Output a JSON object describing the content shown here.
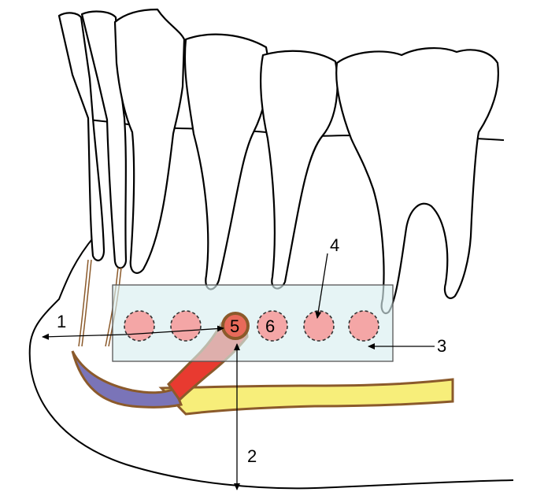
{
  "labels": {
    "l1": "1",
    "l2": "2",
    "l3": "3",
    "l4": "4",
    "l5": "5",
    "l6": "6"
  },
  "colors": {
    "implant_zone_fill": "#d8eef0",
    "implant_zone_stroke": "#555555",
    "circle_fill": "#f4a6a6",
    "nerve_yellow": "#f7ee7a",
    "nerve_red": "#e83a30",
    "nerve_blue": "#7a74b8",
    "nerve_outline": "#8b5a2b"
  }
}
